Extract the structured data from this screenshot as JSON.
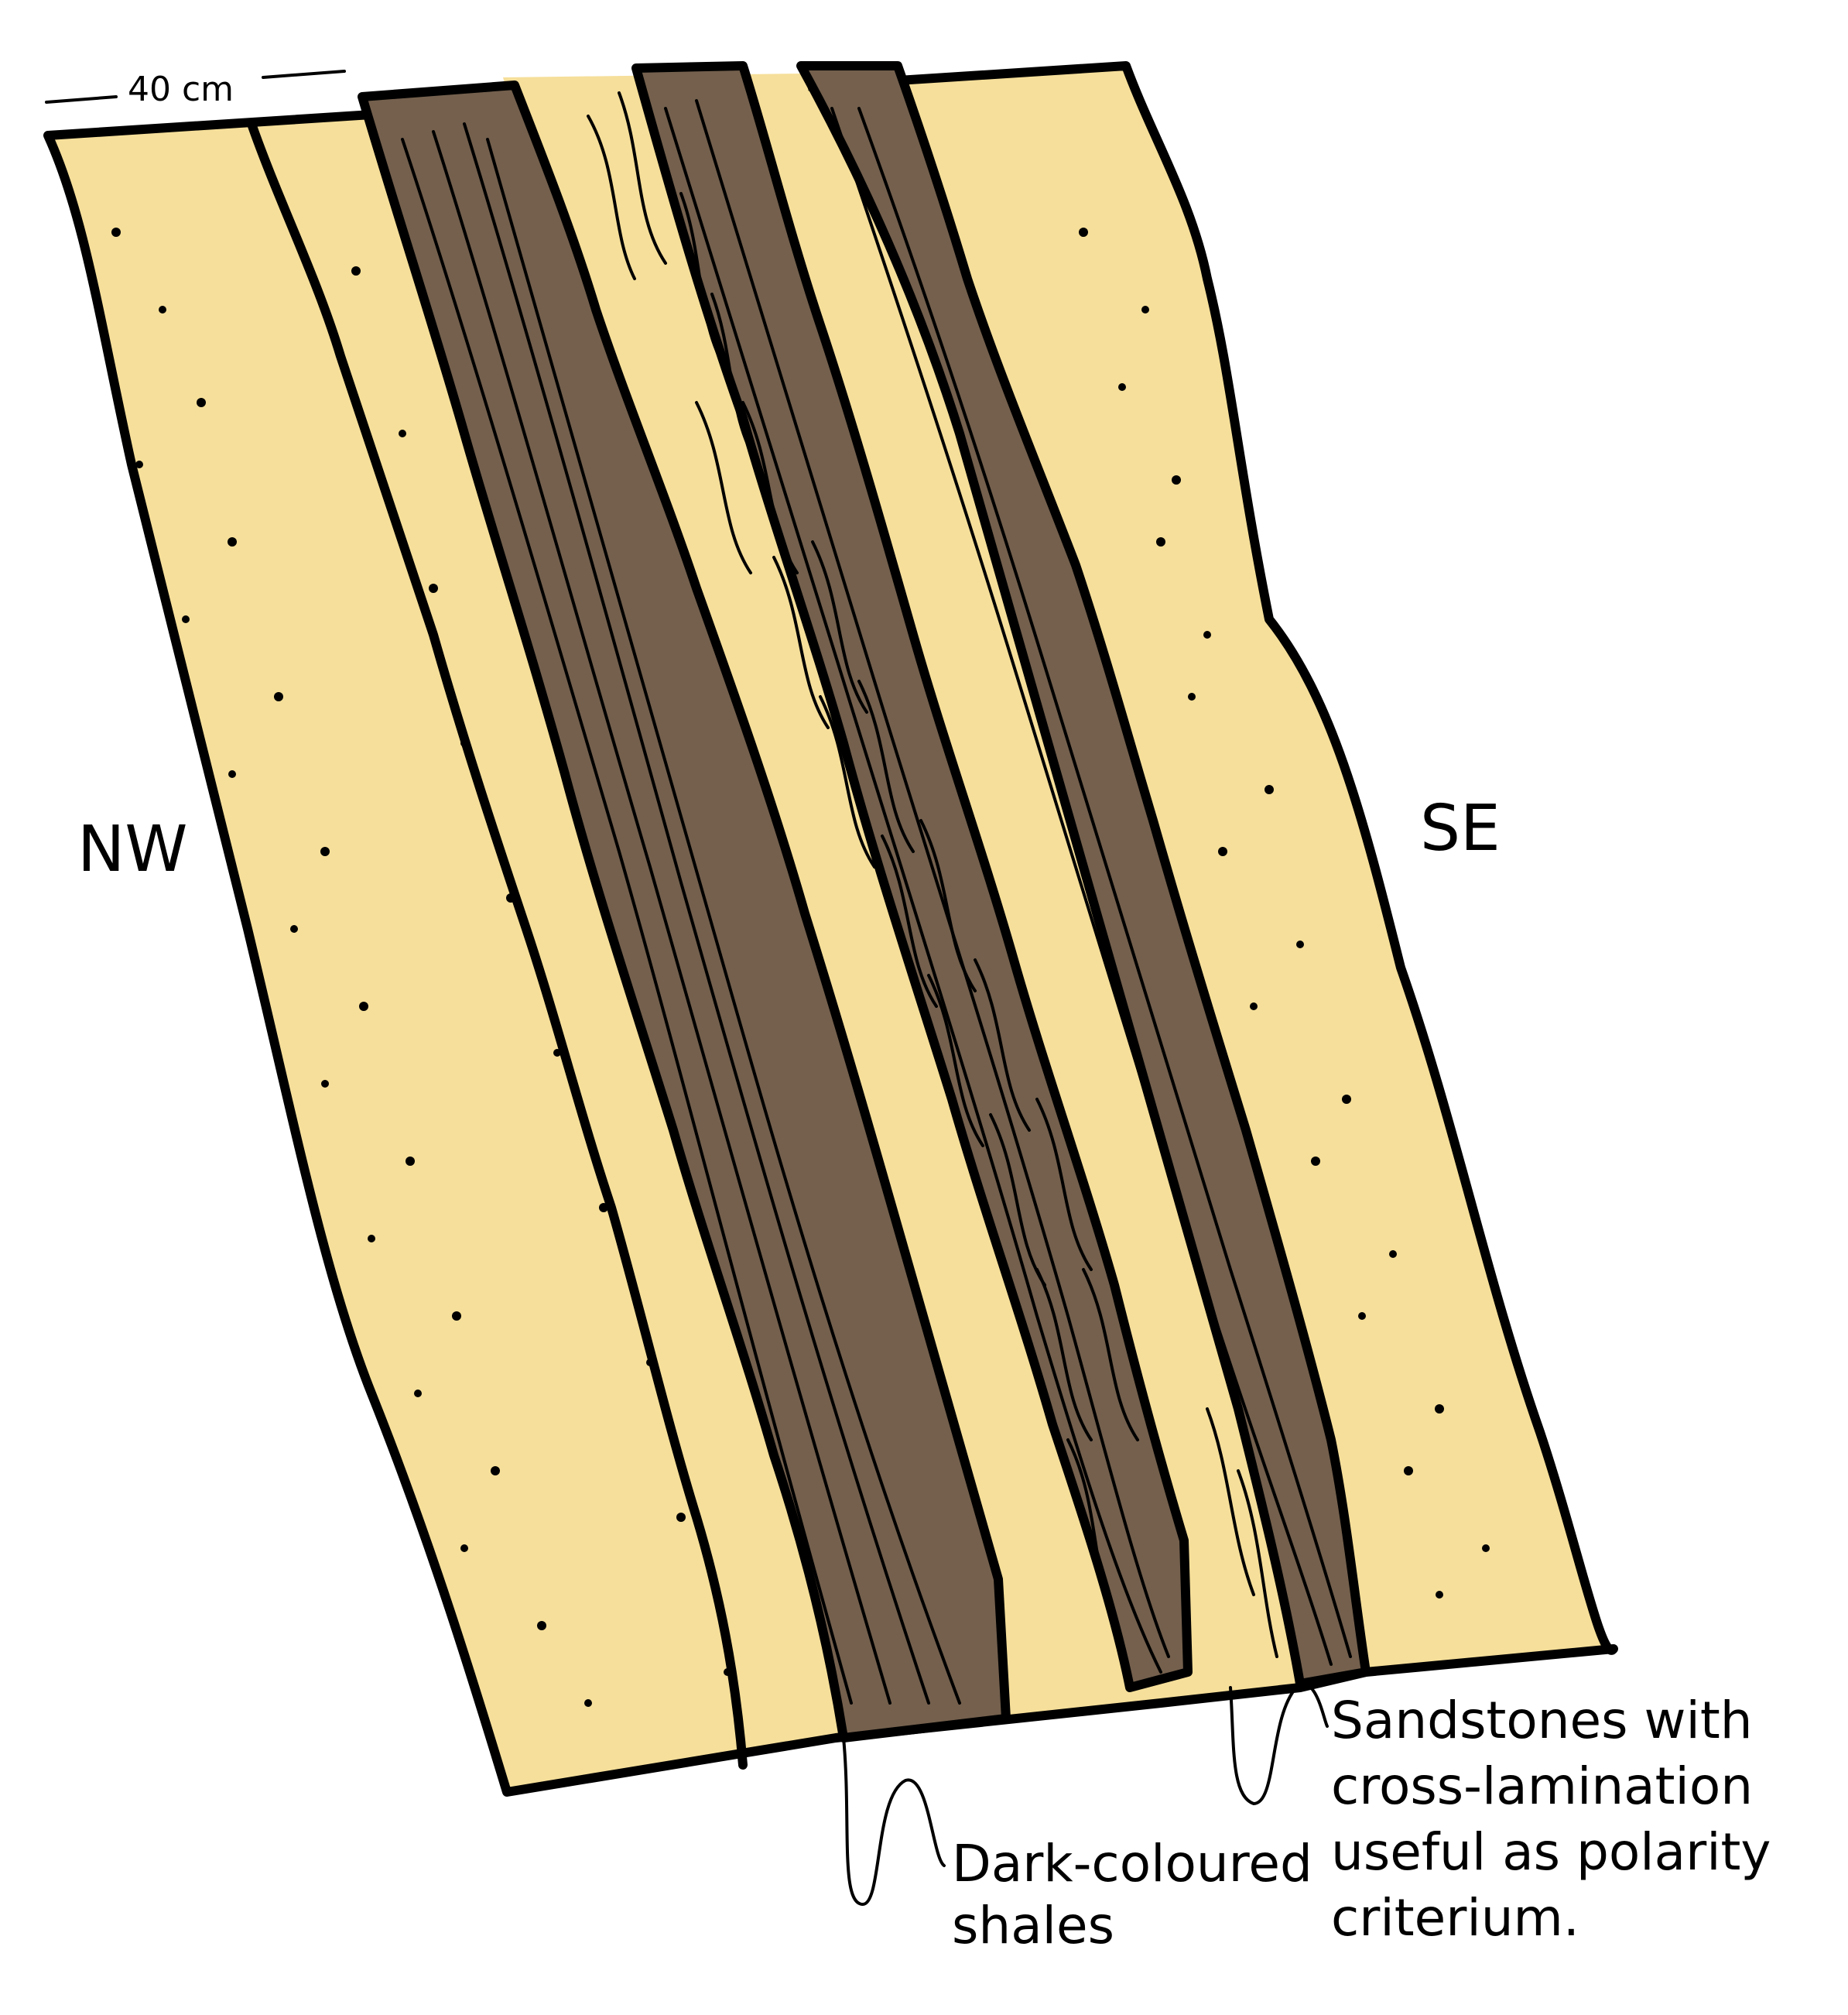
{
  "scale_bar": {
    "label": "40 cm"
  },
  "orientation": {
    "left": "NW",
    "right": "SE"
  },
  "annotations": {
    "shales": [
      "Dark-coloured",
      "shales"
    ],
    "sandstones": [
      "Sandstones with",
      "cross-lamination",
      "useful as polarity",
      "criterium."
    ]
  },
  "colors": {
    "sandstone": "#f6df9a",
    "shale": "#74604d",
    "outline": "#000000",
    "background": "#ffffff"
  }
}
